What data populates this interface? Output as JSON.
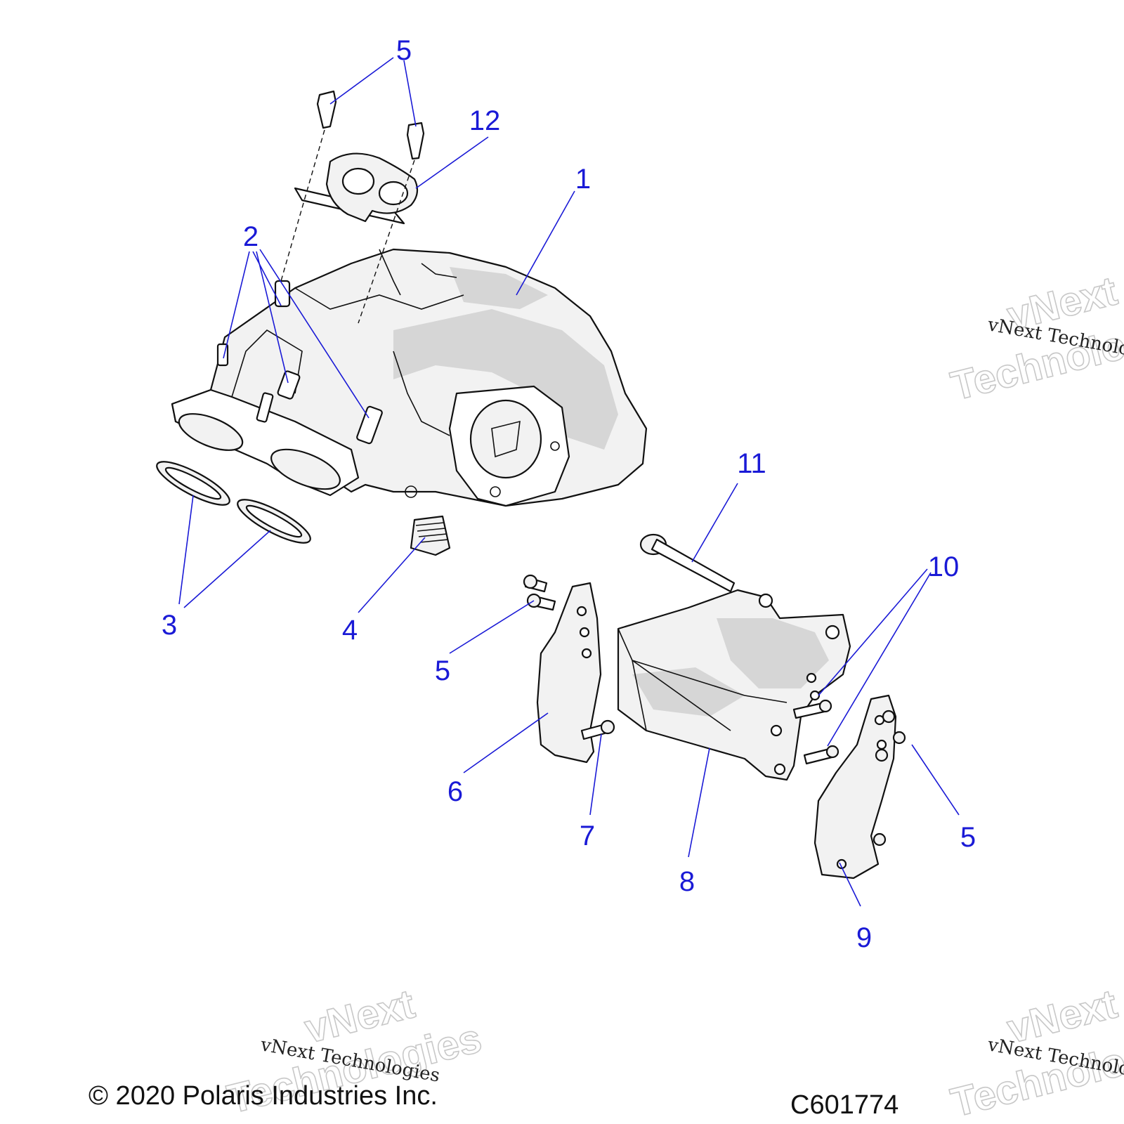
{
  "callouts": {
    "c1": "1",
    "c2": "2",
    "c3": "3",
    "c4": "4",
    "c5a": "5",
    "c5b": "5",
    "c5c": "5",
    "c6": "6",
    "c7": "7",
    "c8": "8",
    "c9": "9",
    "c10": "10",
    "c11": "11",
    "c12": "12"
  },
  "watermark": {
    "small": "vNext Technologies",
    "big_line1": "vNext",
    "big_line2": "Technologies"
  },
  "footer": {
    "copyright": "© 2020 Polaris Industries Inc.",
    "diagram_id": "C601774"
  },
  "colors": {
    "callout": "#1a1ad6",
    "line_art": "#111111",
    "shading": "#d6d6d6"
  }
}
